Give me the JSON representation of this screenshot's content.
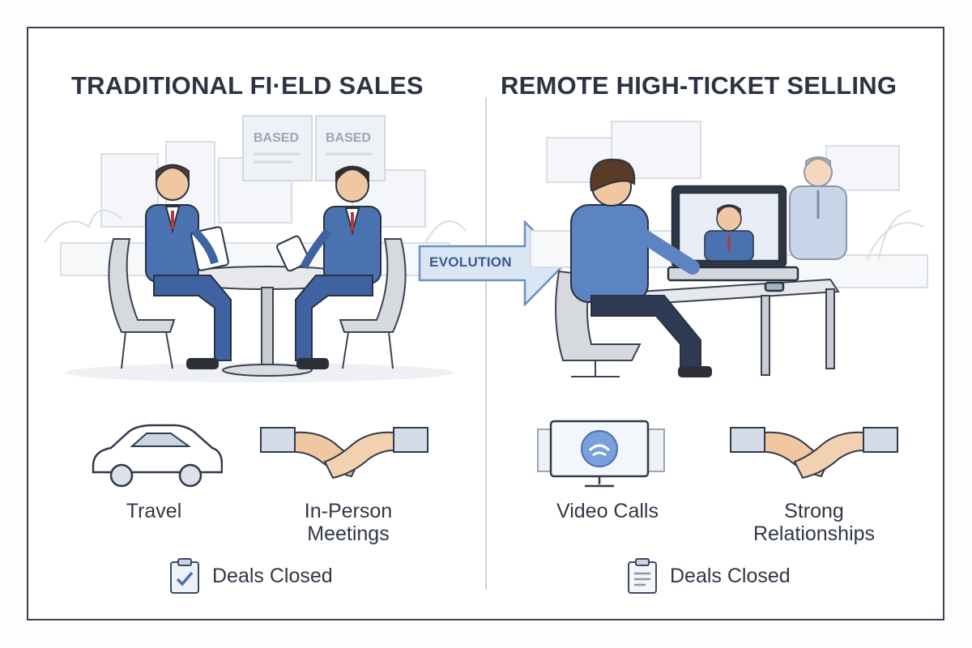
{
  "headings": {
    "left": "TRADITIONAL FI·ELD SALES",
    "right": "REMOTE HIGH-TICKET SELLING"
  },
  "arrow_label": "EVOLUTION",
  "background_signs": [
    "BASED",
    "BASED"
  ],
  "left_features": [
    {
      "icon": "car-icon",
      "label": "Travel"
    },
    {
      "icon": "handshake-icon",
      "label": "In-Person\nMeetings"
    }
  ],
  "right_features": [
    {
      "icon": "monitor-icon",
      "label": "Video Calls"
    },
    {
      "icon": "handshake-icon",
      "label": "Strong\nRelationships"
    }
  ],
  "outcomes": {
    "left": {
      "icon": "clipboard-check-icon",
      "label": "Deals Closed"
    },
    "right": {
      "icon": "clipboard-icon",
      "label": "Deals Closed"
    }
  },
  "colors": {
    "suit": "#4a72b0",
    "suit_dark": "#35558a",
    "accent_blue": "#6b8fc7",
    "line_art": "#2f3a4b",
    "background_sketch": "#d9dfe8"
  }
}
